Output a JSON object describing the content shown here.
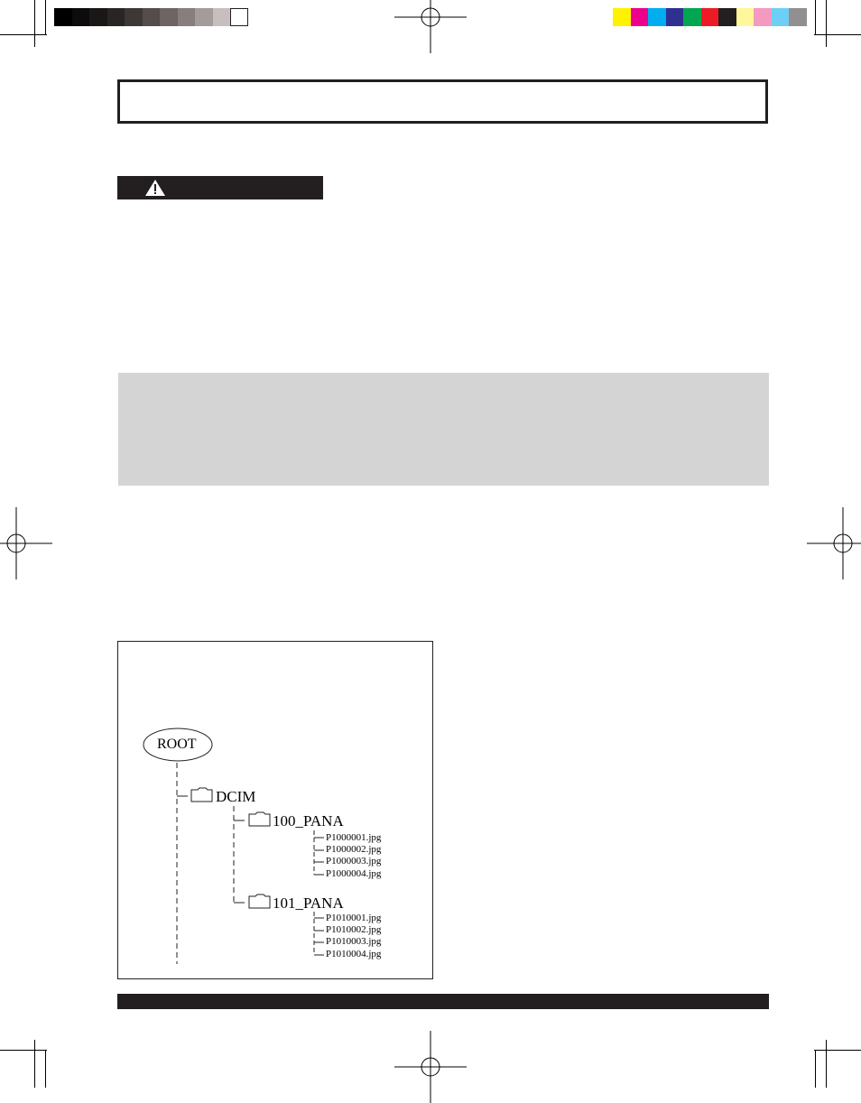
{
  "color_bar_left": [
    "#000000",
    "#0d0b0b",
    "#1a1717",
    "#2a2525",
    "#3d3736",
    "#554d4c",
    "#6d6463",
    "#877e7d",
    "#a49c9b",
    "#c6bfbe",
    "#ffffff"
  ],
  "color_bar_right": [
    "#fff200",
    "#ec008c",
    "#00aeef",
    "#2e3192",
    "#00a651",
    "#ed1c24",
    "#231f20",
    "#fff799",
    "#f49ac1",
    "#6dcff6",
    "#918f8f"
  ],
  "dark_color": "#231f20",
  "note_bg": "#d4d4d4",
  "warning": {
    "icon": "warning-triangle-icon"
  },
  "tree": {
    "root": "ROOT",
    "dcim": "DCIM",
    "folders": [
      {
        "name": "100_PANA",
        "files": [
          "P1000001.jpg",
          "P1000002.jpg",
          "P1000003.jpg",
          "P1000004.jpg"
        ]
      },
      {
        "name": "101_PANA",
        "files": [
          "P1010001.jpg",
          "P1010002.jpg",
          "P1010003.jpg",
          "P1010004.jpg"
        ]
      }
    ]
  }
}
